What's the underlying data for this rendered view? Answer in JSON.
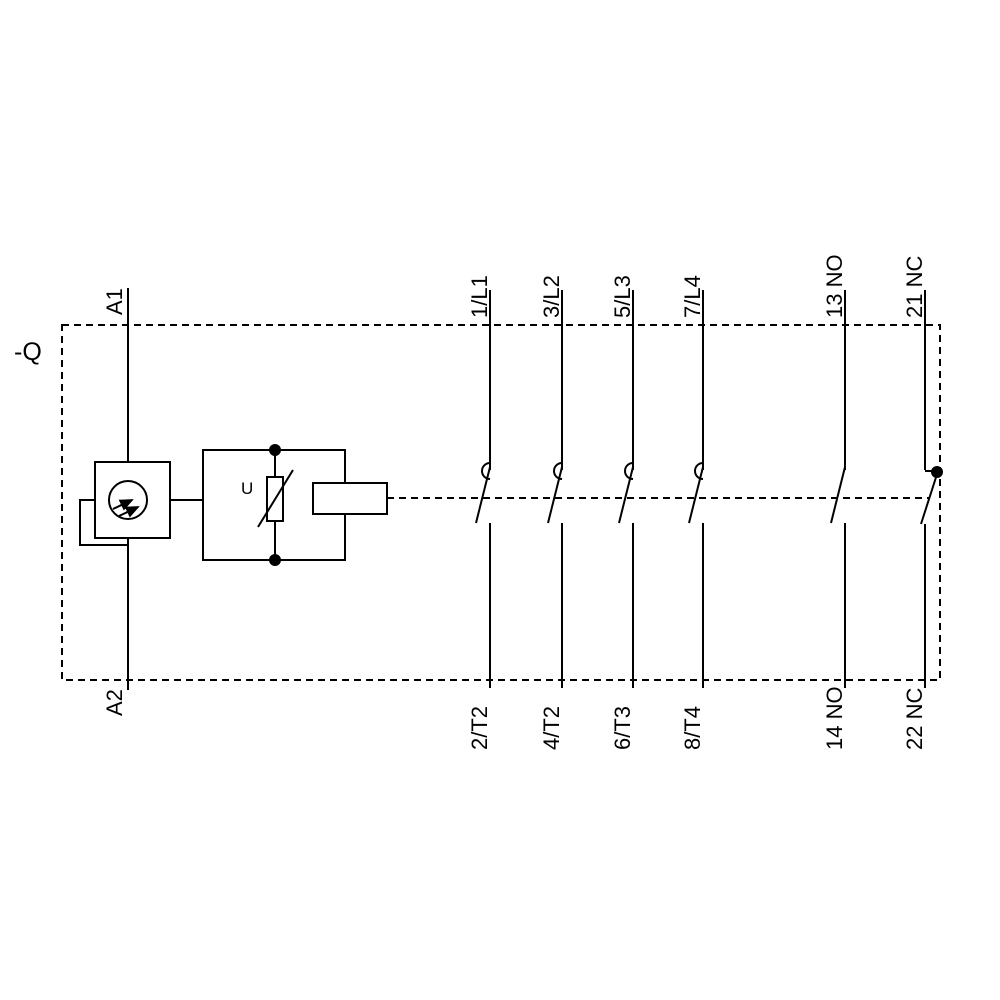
{
  "device": {
    "reference": "-Q"
  },
  "coil": {
    "top_terminal": "A1",
    "bottom_terminal": "A2",
    "varistor_label": "U"
  },
  "poles": [
    {
      "top": "1/L1",
      "bottom": "2/T2"
    },
    {
      "top": "3/L2",
      "bottom": "4/T2"
    },
    {
      "top": "5/L3",
      "bottom": "6/T3"
    },
    {
      "top": "7/L4",
      "bottom": "8/T4"
    }
  ],
  "aux": [
    {
      "top": "13 NO",
      "bottom": "14 NO",
      "type": "NO"
    },
    {
      "top": "21 NC",
      "bottom": "22 NC",
      "type": "NC"
    }
  ],
  "colors": {
    "line": "#000000",
    "background": "#ffffff"
  }
}
